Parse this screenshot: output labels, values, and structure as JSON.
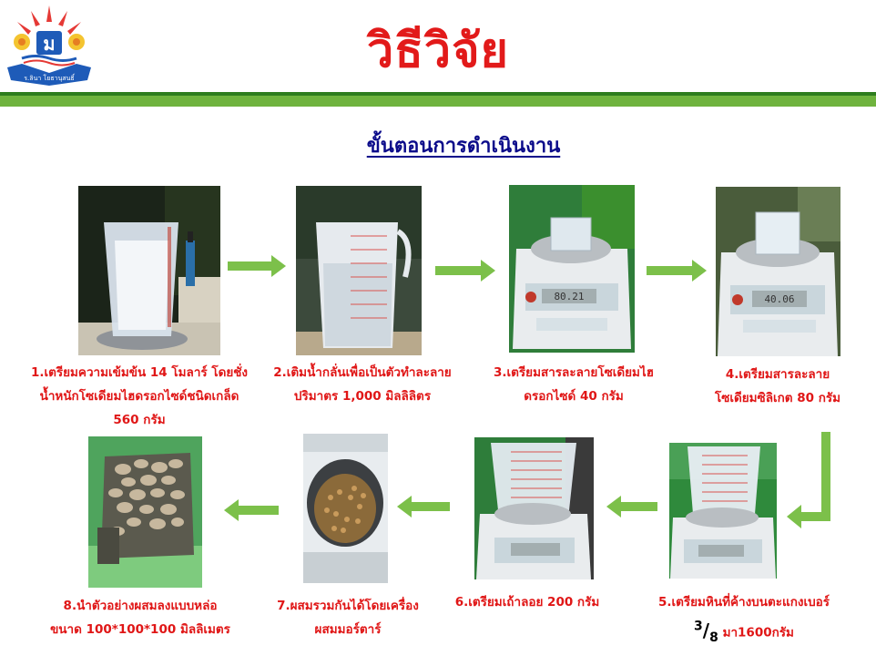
{
  "header": {
    "title": "วิธีวิจัย",
    "logo_text": "ร.ลินา โยธานุสนธิ์",
    "logo_letter": "ม"
  },
  "section": {
    "subtitle": "ขั้นตอนการดำเนินงาน"
  },
  "steps": [
    {
      "line1": "1.เตรียมความเข้มข้น 14 โมลาร์ โดยชั่ง",
      "line2": "น้ำหนักโซเดียมไฮดรอกไซด์ชนิดเกล็ด",
      "line3": "560 กรัม"
    },
    {
      "line1": "2.เติมน้ำกลั่นเพื่อเป็นตัวทำละลาย",
      "line2": "ปริมาตร 1,000 มิลลิลิตร"
    },
    {
      "line1": "3.เตรียมสารละลายโซเดียมไฮ",
      "line2": "ดรอกไซด์ 40 กรัม",
      "scale_reading": "80.21"
    },
    {
      "line1": "4.เตรียมสารละลาย",
      "line2": "โซเดียมซิลิเกต 80 กรัม",
      "scale_reading": "40.06"
    },
    {
      "line1": "5.เตรียมหินที่ค้างบนตะแกงเบอร์",
      "frac_num": "3",
      "frac_den": "8",
      "line2_tail": "มา1600กรัม"
    },
    {
      "line1": "6.เตรียมเถ้าลอย 200 กรัม"
    },
    {
      "line1": "7.ผสมรวมกันได้โดยเครื่อง",
      "line2": "ผสมมอร์ตาร์"
    },
    {
      "line1": "8.นำตัวอย่างผสมลงแบบหล่อ",
      "line2": "ขนาด 100*100*100 มิลลิเมตร"
    }
  ],
  "colors": {
    "title": "#e21a1a",
    "subtitle": "#0b0b8a",
    "caption": "#e01616",
    "bar": "#6fb33e",
    "arrow": "#7cc04a"
  }
}
